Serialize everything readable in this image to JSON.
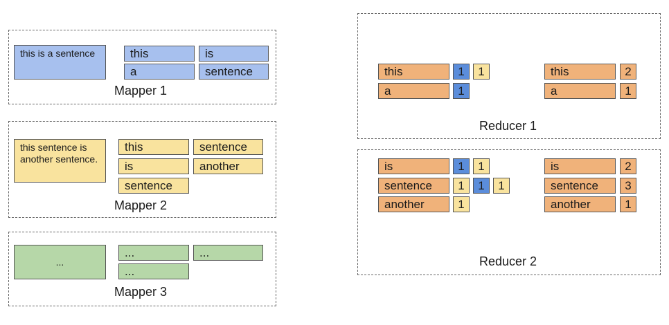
{
  "colors": {
    "mapper1": "#a7c0ee",
    "mapper2": "#f9e39e",
    "mapper3": "#b6d7a8",
    "reducer_word": "#f0b27a",
    "count_from_mapper1": "#5b8ddb",
    "count_from_mapper2": "#f9e39e"
  },
  "mappers": [
    {
      "label": "Mapper 1",
      "input": "this is a sentence",
      "words": [
        "this",
        "is",
        "a",
        "sentence"
      ]
    },
    {
      "label": "Mapper 2",
      "input": "this sentence is another sentence.",
      "words": [
        "this",
        "sentence",
        "is",
        "another",
        "sentence"
      ]
    },
    {
      "label": "Mapper 3",
      "input": "...",
      "words": [
        "...",
        "...",
        "..."
      ]
    }
  ],
  "reducers": [
    {
      "label": "Reducer 1",
      "shuffled": [
        {
          "word": "this",
          "counts": [
            "1",
            "1"
          ]
        },
        {
          "word": "a",
          "counts": [
            "1"
          ]
        }
      ],
      "reduced": [
        {
          "word": "this",
          "total": "2"
        },
        {
          "word": "a",
          "total": "1"
        }
      ]
    },
    {
      "label": "Reducer 2",
      "shuffled": [
        {
          "word": "is",
          "counts": [
            "1",
            "1"
          ]
        },
        {
          "word": "sentence",
          "counts": [
            "1",
            "1",
            "1"
          ]
        },
        {
          "word": "another",
          "counts": [
            "1"
          ]
        }
      ],
      "reduced": [
        {
          "word": "is",
          "total": "2"
        },
        {
          "word": "sentence",
          "total": "3"
        },
        {
          "word": "another",
          "total": "1"
        }
      ]
    }
  ]
}
